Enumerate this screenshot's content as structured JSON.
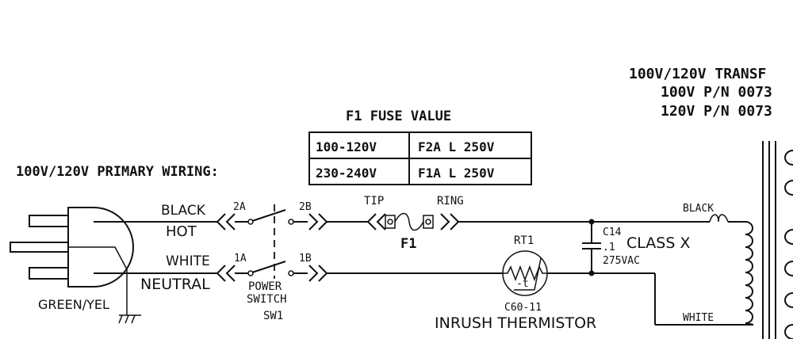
{
  "primary_heading": "100V/120V PRIMARY WIRING:",
  "transformer_heading": {
    "line1": "100V/120V TRANSF",
    "line2": "100V P/N 0073",
    "line3": "120V P/N 0073"
  },
  "fuse_table": {
    "title": "F1 FUSE VALUE",
    "rows": [
      {
        "voltage": "100-120V",
        "fuse": "F2A L 250V"
      },
      {
        "voltage": "230-240V",
        "fuse": "F1A L 250V"
      }
    ]
  },
  "wires": {
    "black": "BLACK",
    "hot": "HOT",
    "white": "WHITE",
    "neutral": "NEUTRAL",
    "ground": "GREEN/YEL",
    "transformer_black": "BLACK",
    "transformer_white": "WHITE"
  },
  "switch": {
    "pin_2a": "2A",
    "pin_2b": "2B",
    "pin_1a": "1A",
    "pin_1b": "1B",
    "label_line1": "POWER",
    "label_line2": "SWITCH",
    "designator": "SW1"
  },
  "fuse": {
    "tip": "TIP",
    "ring": "RING",
    "designator": "F1"
  },
  "thermistor": {
    "designator": "RT1",
    "symbol": "-t",
    "part": "C60-11",
    "caption": "INRUSH THERMISTOR"
  },
  "capacitor": {
    "designator": "C14",
    "value": ".1",
    "rating": "275VAC",
    "class": "CLASS X"
  }
}
